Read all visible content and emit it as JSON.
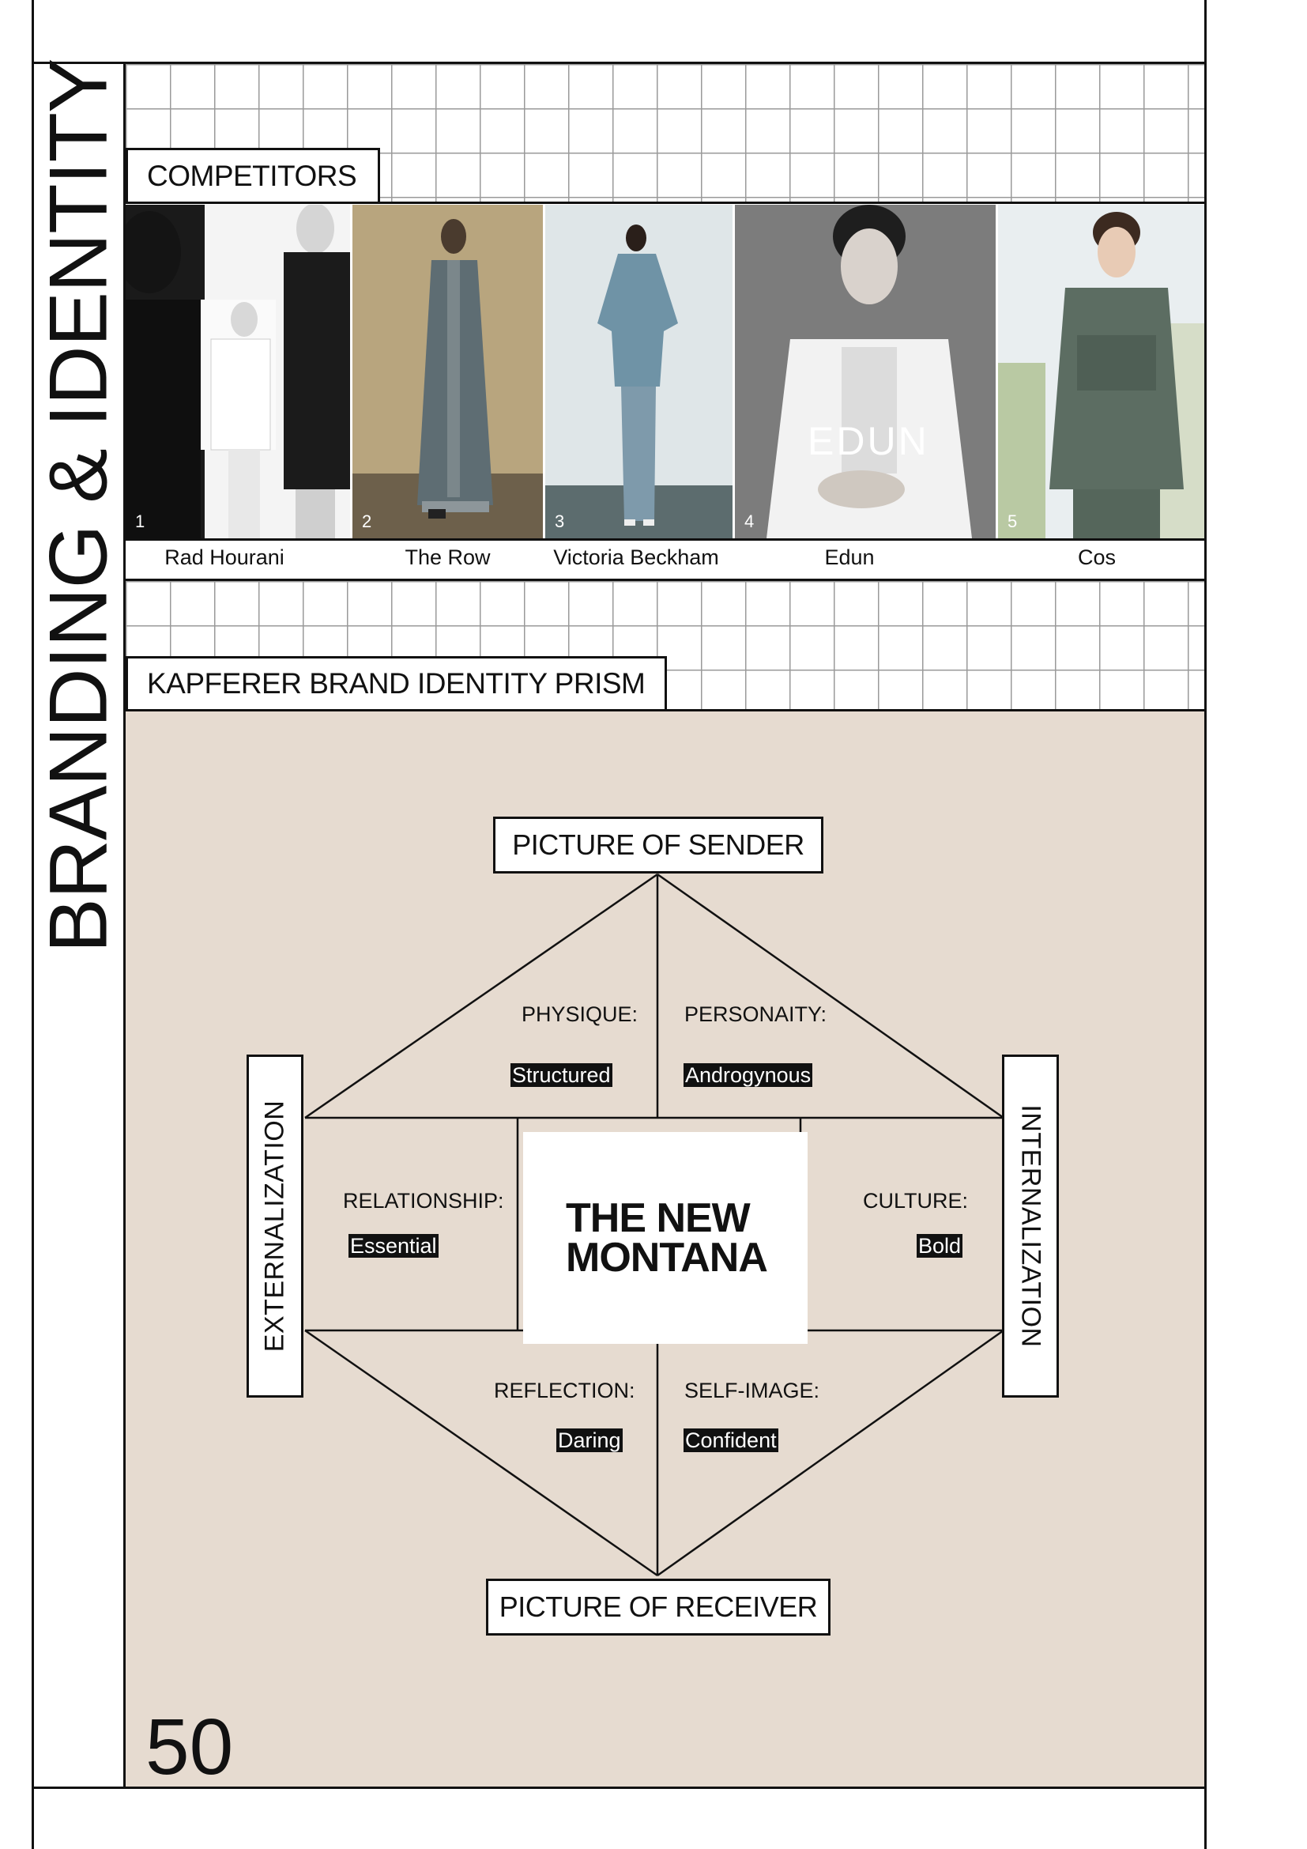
{
  "section_title": "BRANDING & IDENTITY",
  "competitors": {
    "heading": "COMPETITORS",
    "items": [
      {
        "number": "1",
        "name": "Rad Hourani"
      },
      {
        "number": "2",
        "name": "The Row"
      },
      {
        "number": "3",
        "name": "Victoria Beckham"
      },
      {
        "number": "4",
        "name": "Edun",
        "logo_text": "EDUN"
      },
      {
        "number": "5",
        "name": "Cos"
      }
    ]
  },
  "prism": {
    "heading": "KAPFERER BRAND IDENTITY PRISM",
    "background_color": "#e6dbd0",
    "top": "PICTURE OF SENDER",
    "bottom": "PICTURE OF RECEIVER",
    "left": "EXTERNALIZATION",
    "right": "INTERNALIZATION",
    "center_line1": "THE NEW",
    "center_line2": "MONTANA",
    "facets": {
      "physique": {
        "label": "PHYSIQUE:",
        "value": "Structured"
      },
      "personality": {
        "label": "PERSONAITY:",
        "value": "Androgynous"
      },
      "relationship": {
        "label": "RELATIONSHIP:",
        "value": "Essential"
      },
      "culture": {
        "label": "CULTURE:",
        "value": "Bold"
      },
      "reflection": {
        "label": "REFLECTION:",
        "value": "Daring"
      },
      "self_image": {
        "label": "SELF-IMAGE:",
        "value": "Confident"
      }
    }
  },
  "page_number": "50"
}
